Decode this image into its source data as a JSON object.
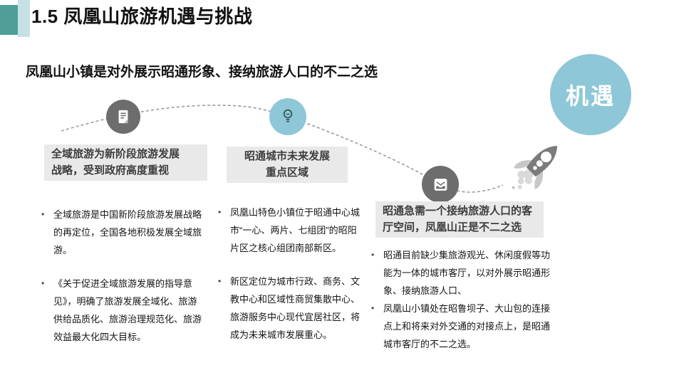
{
  "slide": {
    "title": "1.5 凤凰山旅游机遇与挑战",
    "subtitle": "凤凰山小镇是对外展示昭通形象、接纳旅游人口的不二之选",
    "opportunity_badge": "机遇",
    "bullet_marker": "•"
  },
  "colors": {
    "accent_dark_teal": "#4f9e98",
    "accent_light_teal": "#c6e1e6",
    "circle_teal": "#8ec7d7",
    "circle_gray": "#6d6d6d",
    "header_box_gray": "#e9e9e9",
    "dash_gray": "#9a9a9a",
    "title_text": "#111111",
    "badge_text": "#ffffff"
  },
  "milestones": [
    {
      "icon": "document-icon"
    },
    {
      "icon": "lightbulb-icon"
    },
    {
      "icon": "inbox-icon"
    },
    {
      "icon": "rocket-icon"
    }
  ],
  "columns": [
    {
      "header": "全域旅游为新阶段旅游发展战略，受到政府高度重视",
      "bullets": [
        "全域旅游是中国新阶段旅游发展战略的再定位，全国各地积极发展全域旅游。",
        "《关于促进全域旅游发展的指导意见》，明确了旅游发展全域化、旅游供给品质化、旅游治理规范化、旅游效益最大化四大目标。"
      ]
    },
    {
      "header": "昭通城市未来发展重点区域",
      "bullets": [
        "凤凰山特色小镇位于昭通中心城市“一心、两片、七组团”的昭阳片区之核心组团南部新区。",
        "新区定位为城市行政、商务、文教中心和区域性商贸集散中心、旅游服务中心现代宜居社区，将成为未来城市发展重心。"
      ]
    },
    {
      "header": "昭通急需一个接纳旅游人口的客厅空间，凤凰山正是不二之选",
      "bullets": [
        "昭通目前缺少集旅游观光、休闲度假等功能为一体的城市客厅，以对外展示昭通形象、接纳旅游人口、",
        "凤凰山小镇处在昭鲁坝子、大山包的连接点上和将来对外交通的对接点上，是昭通城市客厅的不二之选。"
      ]
    }
  ]
}
